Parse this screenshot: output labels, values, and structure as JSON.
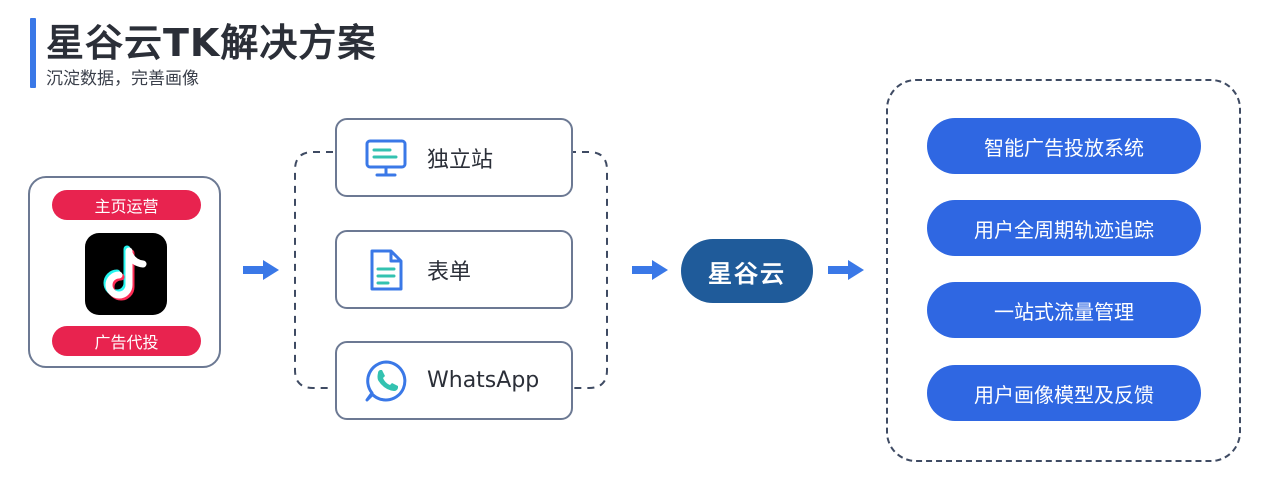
{
  "header": {
    "title": "星谷云TK解决方案",
    "subtitle": "沉淀数据，完善画像"
  },
  "tiktok": {
    "top_label": "主页运营",
    "bottom_label": "广告代投",
    "logo_icon": "tiktok-icon"
  },
  "sources": [
    {
      "label": "独立站",
      "icon": "monitor-icon"
    },
    {
      "label": "表单",
      "icon": "document-icon"
    },
    {
      "label": "WhatsApp",
      "icon": "whatsapp-icon"
    }
  ],
  "hub": {
    "label": "星谷云"
  },
  "features": [
    {
      "label": "智能广告投放系统"
    },
    {
      "label": "用户全周期轨迹追踪"
    },
    {
      "label": "一站式流量管理"
    },
    {
      "label": "用户画像模型及反馈"
    }
  ],
  "colors": {
    "accent": "#3a78e7",
    "tiktok_pill": "#e8234f",
    "hub": "#1f5b9a",
    "feature_pill": "#2f67e2",
    "card_border": "#6c7993"
  }
}
